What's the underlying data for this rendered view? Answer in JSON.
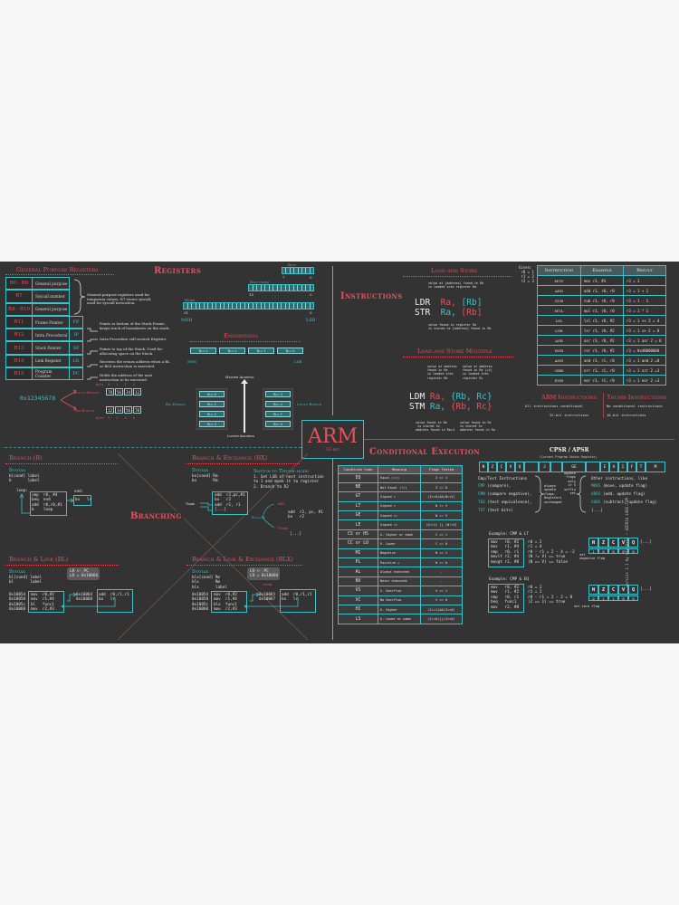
{
  "poster": {
    "title": "ARM",
    "subtitle": "32-bit",
    "credit": "version 1.1 by @Fox0x01 — AZERIA LABS.COM"
  },
  "registers": {
    "section_title": "Registers",
    "gp_title": "General Purpose Registers",
    "rows": [
      {
        "reg": "R0 - R6",
        "name": "General purpose",
        "alias": ""
      },
      {
        "reg": "R7",
        "name": "Syscall number",
        "alias": ""
      },
      {
        "reg": "R8 - R10",
        "name": "General purpose",
        "alias": ""
      },
      {
        "reg": "R11",
        "name": "Frame Pointer",
        "alias": "FP"
      },
      {
        "reg": "R12",
        "name": "Intra Procedural",
        "alias": "IP"
      },
      {
        "reg": "R13",
        "name": "Stack Pointer",
        "alias": "SP"
      },
      {
        "reg": "R14",
        "name": "Link Register",
        "alias": "LR"
      },
      {
        "reg": "R15",
        "name": "Program Counter",
        "alias": "PC"
      }
    ],
    "gp_note": "General purpose registers used for temporary values. R7 stores syscall, used for syscall invocation.",
    "descs": [
      "Points to bottom of the Stack Frame, keeps track of boundaries on the stack.",
      "Intra Procedure call scratch Register",
      "Points to top of the Stack. Used for allocating space on the Stack.",
      "Receives the return address when a BL or BLX instruction is executed.",
      "Holds the address of the next instruction to be executed."
    ],
    "sizes": {
      "byte": "Byte",
      "byte_hi": "7",
      "byte_lo": "0",
      "halfword": "Half word",
      "half_hi": "15",
      "half_lo": "0",
      "word": "Word",
      "word_hi": "31",
      "word_lo": "0",
      "msb": "MSB",
      "lsb": "LSB"
    }
  },
  "endianness": {
    "title": "Endianness",
    "bytes_row": [
      "Byte 3",
      "Byte 2",
      "Byte 1",
      "Byte 0"
    ],
    "msb": "MSB",
    "lsb": "LSB",
    "higher_address": "Higher Address",
    "lower_address": "Lower Address",
    "big_endian_label": "Big Endian",
    "little_endian_label": "Little Endian",
    "big_stack": [
      "Byte 0",
      "Byte 1",
      "Byte 2",
      "Byte 3"
    ],
    "little_stack": [
      "Byte 3",
      "Byte 2",
      "Byte 1",
      "Byte 0"
    ],
    "value": "0x12345678",
    "little_label": "Little Endian",
    "big_label": "Big Endian",
    "byte_word": "Byte",
    "little_idx": [
      "0",
      "1",
      "2",
      "3"
    ],
    "little_vals": [
      "78",
      "56",
      "34",
      "12"
    ],
    "big_vals": [
      "12",
      "34",
      "56",
      "78"
    ],
    "big_idx": [
      "3",
      "2",
      "1",
      "0"
    ]
  },
  "instructions": {
    "section_title": "Instructions",
    "load_store": {
      "title": "Load and Store",
      "top_note": "value at [address] found in Rb\nis loaded into register Ra",
      "ldr": "LDR",
      "str": "STR",
      "ldr_args": [
        "Ra,",
        "[Rb]"
      ],
      "str_args": [
        "Ra,",
        "[Rb]"
      ],
      "bottom_note": "value found in register Ra\nis stored to [address] found in Rb"
    },
    "load_store_multiple": {
      "title": "Load and Store Multiple",
      "note_tl": "value at address\nfound in Ra\nis loaded into\nregister Rb",
      "note_tr": "value at address\nfound in Ra (+4)\nis loaded into\nregister Rc",
      "ldm": "LDM",
      "stm": "STM",
      "ldm_args": [
        "Ra,",
        "{Rb, Rc}"
      ],
      "stm_args": [
        "Ra,",
        "{Rb, Rc}"
      ],
      "note_bl": "value found in Rb\n is stored to\naddress found in Ra+4",
      "note_br": "value found in Rc\nis stored to\naddress found in Ra"
    },
    "given": "Given:\n r0 = 1\n r1 = 2\n r2 = 3",
    "table": {
      "headers": [
        "Instruction",
        "Example",
        "Result"
      ],
      "rows": [
        [
          "MOV",
          "mov r3, #3",
          "r3 = 3"
        ],
        [
          "ADD",
          "add r3, r0, r0",
          "r3 = 1 + 1"
        ],
        [
          "SUB",
          "sub r3, r0, r0",
          "r3 = 1 - 1"
        ],
        [
          "MUL",
          "mul r3, r0, r0",
          "r3 = 1 * 1"
        ],
        [
          "LSL",
          "lsl r3, r0, #2",
          "r3 = 1 << 2 = 4"
        ],
        [
          "LSR",
          "lsr r3, r0, #2",
          "r3 = 1 >> 2 = 0"
        ],
        [
          "ASR",
          "asr r3, r0, #2",
          "r3 = 1 asr 2 = 0"
        ],
        [
          "ROR",
          "ror r3, r0, #2",
          "r3 = 0x40000000"
        ],
        [
          "AND",
          "and r3, r1, r0",
          "r3 = 1 and 2 =0"
        ],
        [
          "ORR",
          "orr r3, r1, r0",
          "r3 = 1 orr 2 =3"
        ],
        [
          "EOR",
          "eor r3, r1, r0",
          "r3 = 1 eor 2 =3"
        ]
      ]
    },
    "arm_title": "ARM Instructions",
    "thumb_title": "Thumb Instructions",
    "arm_lines": [
      "All instructions conditional",
      "32-bit instructions"
    ],
    "thumb_lines": [
      "No conditional instructions",
      "16-bit instructions"
    ]
  },
  "branching": {
    "title": "Branching",
    "b": {
      "title": "Branch (B)",
      "syntax": "Syntax",
      "code": "b[cond] label\nb       label",
      "loop_label": "loop:",
      "loop_code": "cmp  r0, #4\nbeq  end\nadd  r0,r0,#1\nb    loop",
      "end_label": "end:",
      "end_code": "bx   lr"
    },
    "bx": {
      "title": "Branch & Exchange (BX)",
      "syntax": "Syntax",
      "code": "bx[cond] Rm\nbx       Rm",
      "switch_title": "Switch to Thumb mode",
      "steps": "1. Set LSB of next instruction\nto 1 and move it to register\n2. Branch to R2",
      "thumb_tag": "Thumb",
      "box_code": "add  r2,pc,#1\nbx   r2\nadd  r1, r1\n[...]",
      "either": "Either/Or",
      "arm_tag": "ARM",
      "arm_code": "add  r2, pc, #1\nbx   r2",
      "thumb2_tag": "Thumb",
      "thumb_code": "[...]"
    },
    "bl": {
      "title": "Branch & Link (BL)",
      "syntax": "Syntax",
      "code": "bl[cond] label\nbl       label",
      "bubble": "LR <- PC\nLR = 0x10060",
      "addrs": "0x10054\n0x10058\n0x1005c\n0x10060",
      "main_code": "mov  r0,#2\nmov  r1,#4\nbl   func1\nmov  r2,#3",
      "func_addrs": "0x10064\n0x10068",
      "func_code": "add  r0,r1,r1\nbx   lr"
    },
    "blx": {
      "title": "Branch & Link & Exchange (BLX)",
      "syntax": "Syntax",
      "code": "blx[cond] Rm\nblx       Rm\nblx       label",
      "bubble": "LR <- PC\nLR = 0x10060",
      "thumb_tag": "thumb",
      "addrs": "0x10054\n0x10058\n0x1005c\n0x10060",
      "main_code": "mov  r0,#2\nmov  r1,#4\nblx  func1\nmov  r2,#3",
      "func_addrs": "0x10065\n0x10067",
      "func_code": "add  r0,r1,r1\nbx   lr"
    }
  },
  "conditional": {
    "title": "Conditional Execution",
    "headers": [
      "Condition Code",
      "Meaning",
      "Flags Tested"
    ],
    "rows": [
      [
        "EQ",
        "Equal (==)",
        "Z == 1"
      ],
      [
        "NE",
        "Not Equal (!=)",
        "Z == 0"
      ],
      [
        "GT",
        "Signed >",
        "(Z==0)&&(N==V)"
      ],
      [
        "LT",
        "Signed <",
        "N != V"
      ],
      [
        "GE",
        "Signed >=",
        "N == V"
      ],
      [
        "LE",
        "Signed <=",
        "(Z==1) || (N!=V)"
      ],
      [
        "CS or HS",
        "U. Higher or Same",
        "C == 1"
      ],
      [
        "CC or LO",
        "U. Lower",
        "C == 0"
      ],
      [
        "MI",
        "Negative -",
        "N == 1"
      ],
      [
        "PL",
        "Positive +",
        "N == 0"
      ],
      [
        "AL",
        "Always executed",
        "-"
      ],
      [
        "NV",
        "Never executed",
        "-"
      ],
      [
        "VS",
        "S. Overflow",
        "V == 1"
      ],
      [
        "VC",
        "No Overflow",
        "V == 0"
      ],
      [
        "HI",
        "U. Higher",
        "(C==1)&&(Z==0)"
      ],
      [
        "LS",
        "U. Lower or same",
        "(C==0)||(Z==0)"
      ]
    ],
    "cpsr_title": "CPSR / APSR",
    "cpsr_sub": "(Current Program Status Register)",
    "cpsr_flags": [
      "N",
      "Z",
      "C",
      "V",
      "Q",
      "",
      "J",
      "",
      "GE",
      "",
      "E",
      "A",
      "I",
      "F",
      "T",
      "M"
    ],
    "cmp_title": "Cmp/Test Instructions",
    "cmp_items": [
      [
        "CMP",
        "(compare),"
      ],
      [
        "CMN",
        "(compare negative),"
      ],
      [
        "TEQ",
        "(test equivalence),"
      ],
      [
        "TST",
        "(test bits)"
      ]
    ],
    "always_note": "always\nupdate\nflags.\nRegisters\nunchanged",
    "suffix_note": "update\nflags\nonly\nif S\nsuffix\nset",
    "other_title": "Other instructions, like",
    "other_items": [
      [
        "MOVS",
        "(move, update flag)"
      ],
      [
        "ADDS",
        "(add, update flag)"
      ],
      [
        "SUBS",
        "(subtract, update flag)"
      ],
      [
        "",
        "[...]"
      ]
    ],
    "ex1": {
      "title": "Example: CMP & LT",
      "code": "mov   r0, #2\nmov   r1, #4\ncmp   r0, r1\nmovlt r2, #4\nmovgt r2, #8",
      "calc": "r0 = 2\nr1 = 4\nr0 - r1 = 2 - 4 = -2\n(N != V) == true\n(N == V) == false",
      "note": "set\nnegative flag",
      "flags": [
        "N",
        "Z",
        "C",
        "V",
        "Q"
      ],
      "values": [
        "1",
        "0",
        "0",
        "0",
        "0"
      ],
      "more": "[...]"
    },
    "ex2": {
      "title": "Example: CMP & EQ",
      "code": "mov   r0, #2\nmov   r1, #2\ncmp   r0, r1\nbeq   func1\nmov   r2, #8",
      "calc": "r0 = 2\nr1 = 2\nr0 - r1 = 2 - 2 = 0\n(Z == 1) == true",
      "note": "set zero flag",
      "flags": [
        "N",
        "Z",
        "C",
        "V",
        "Q"
      ],
      "values": [
        "0",
        "1",
        "1",
        "0",
        "0"
      ],
      "more": "[...]"
    }
  },
  "colors": {
    "background": "#333333",
    "accent_red": "#e8505b",
    "accent_teal": "#3fc1c9",
    "page": "#f7f7f7"
  }
}
